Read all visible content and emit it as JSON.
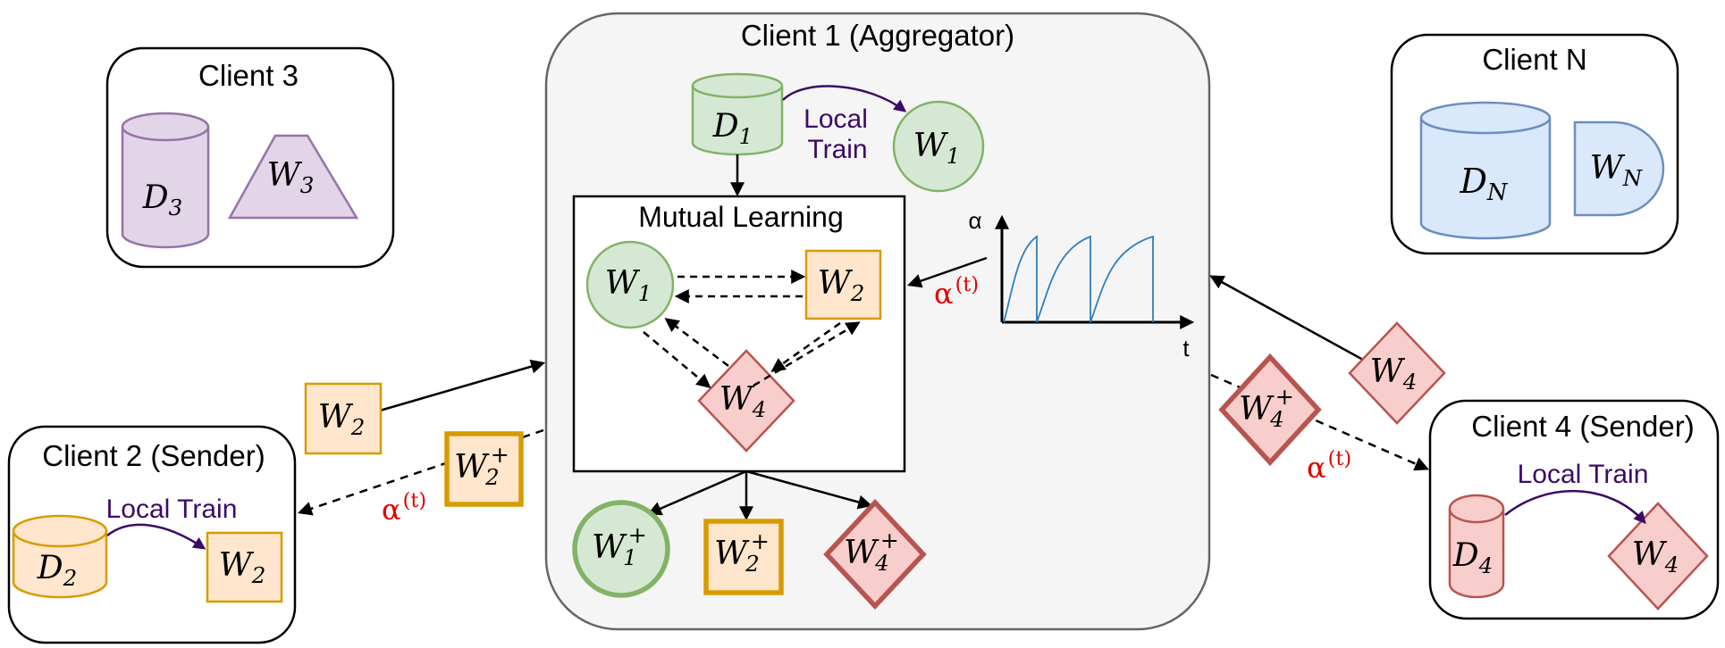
{
  "colors": {
    "green_fill": "#d5e8d4",
    "green_stroke": "#82b366",
    "orange_fill": "#ffe6cc",
    "orange_stroke": "#d79b00",
    "red_fill": "#f8cecc",
    "red_stroke": "#b85450",
    "purple_fill": "#e1d5e7",
    "purple_stroke": "#9673a6",
    "blue_fill": "#dae8fc",
    "blue_stroke": "#6c8ebf",
    "aggregator_fill": "#f5f5f5",
    "aggregator_stroke": "#666666",
    "local_train_text": "#3b0a66",
    "alpha_text": "#e00000",
    "curve": "#2f7fbf"
  },
  "client1": {
    "title": "Client 1 (Aggregator)",
    "dataset": {
      "base": "D",
      "sub": "1"
    },
    "model": {
      "base": "W",
      "sub": "1"
    },
    "local_train_line1": "Local",
    "local_train_line2": "Train",
    "mutual_learning": {
      "title": "Mutual Learning",
      "w1": {
        "base": "W",
        "sub": "1"
      },
      "w2": {
        "base": "W",
        "sub": "2"
      },
      "w4": {
        "base": "W",
        "sub": "4"
      }
    },
    "outputs": [
      {
        "base": "W",
        "sub": "1",
        "sup": "+"
      },
      {
        "base": "W",
        "sub": "2",
        "sup": "+"
      },
      {
        "base": "W",
        "sub": "4",
        "sup": "+"
      }
    ],
    "alpha_plot": {
      "y_label": "α",
      "x_label": "t"
    },
    "alpha_label": {
      "base": "α",
      "sup": "(t)"
    }
  },
  "client2": {
    "title": "Client 2 (Sender)",
    "dataset": {
      "base": "D",
      "sub": "2"
    },
    "model": {
      "base": "W",
      "sub": "2"
    },
    "local_train": "Local Train"
  },
  "client3": {
    "title": "Client 3",
    "dataset": {
      "base": "D",
      "sub": "3"
    },
    "model": {
      "base": "W",
      "sub": "3"
    }
  },
  "clientN": {
    "title": "Client N",
    "dataset": {
      "base": "D",
      "sub": "N"
    },
    "model": {
      "base": "W",
      "sub": "N"
    }
  },
  "client4": {
    "title": "Client 4 (Sender)",
    "dataset": {
      "base": "D",
      "sub": "4"
    },
    "model": {
      "base": "W",
      "sub": "4"
    },
    "local_train": "Local Train"
  },
  "transfers": {
    "w2_up": {
      "base": "W",
      "sub": "2"
    },
    "w2_down": {
      "base": "W",
      "sub": "2",
      "sup": "+"
    },
    "alpha_left": {
      "base": "α",
      "sup": "(t)"
    },
    "w4_up": {
      "base": "W",
      "sub": "4"
    },
    "w4_down": {
      "base": "W",
      "sub": "4",
      "sup": "+"
    },
    "alpha_right": {
      "base": "α",
      "sup": "(t)"
    }
  }
}
